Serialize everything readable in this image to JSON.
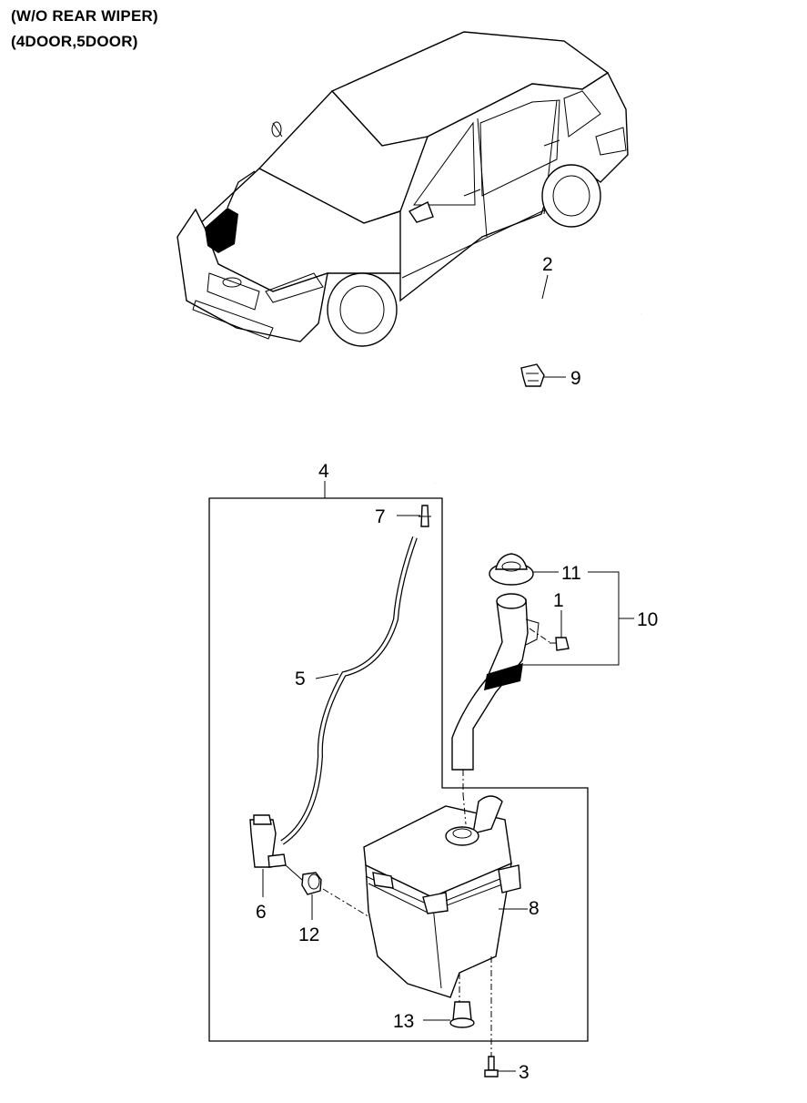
{
  "header": {
    "line1": "(W/O REAR WIPER)",
    "line2": "(4DOOR,5DOOR)"
  },
  "callouts": {
    "c1": "1",
    "c2": "2",
    "c3": "3",
    "c4": "4",
    "c5": "5",
    "c6": "6",
    "c7": "7",
    "c8": "8",
    "c9": "9",
    "c10": "10",
    "c11": "11",
    "c12": "12",
    "c13": "13"
  }
}
